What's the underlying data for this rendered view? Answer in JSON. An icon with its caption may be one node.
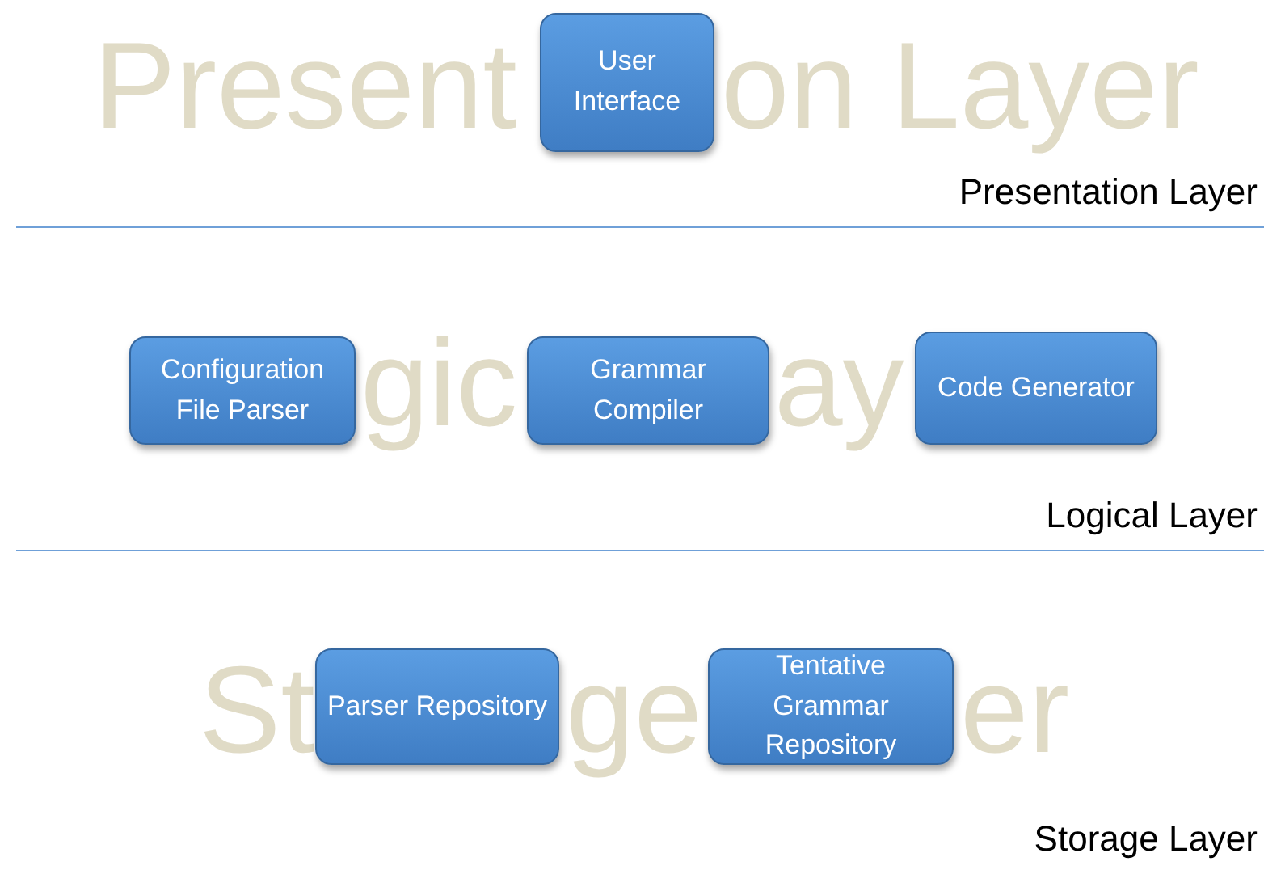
{
  "diagram": {
    "nodes": [
      {
        "text": [
          "User Interface"
        ]
      },
      {
        "text": [
          "Configuration File Parser"
        ]
      },
      {
        "text": [
          "Grammar Compiler"
        ]
      },
      {
        "text": [
          "Code Generator"
        ]
      },
      {
        "text": [
          "Parser Repository"
        ]
      },
      {
        "text": [
          "Tentative Grammar Repository"
        ]
      }
    ],
    "edges": [],
    "labels": [
      "Present",
      "on Layer",
      "Presentation Layer",
      "gic",
      "ay",
      "Logical Layer",
      "St",
      "ge",
      "er",
      "Storage Layer"
    ]
  }
}
